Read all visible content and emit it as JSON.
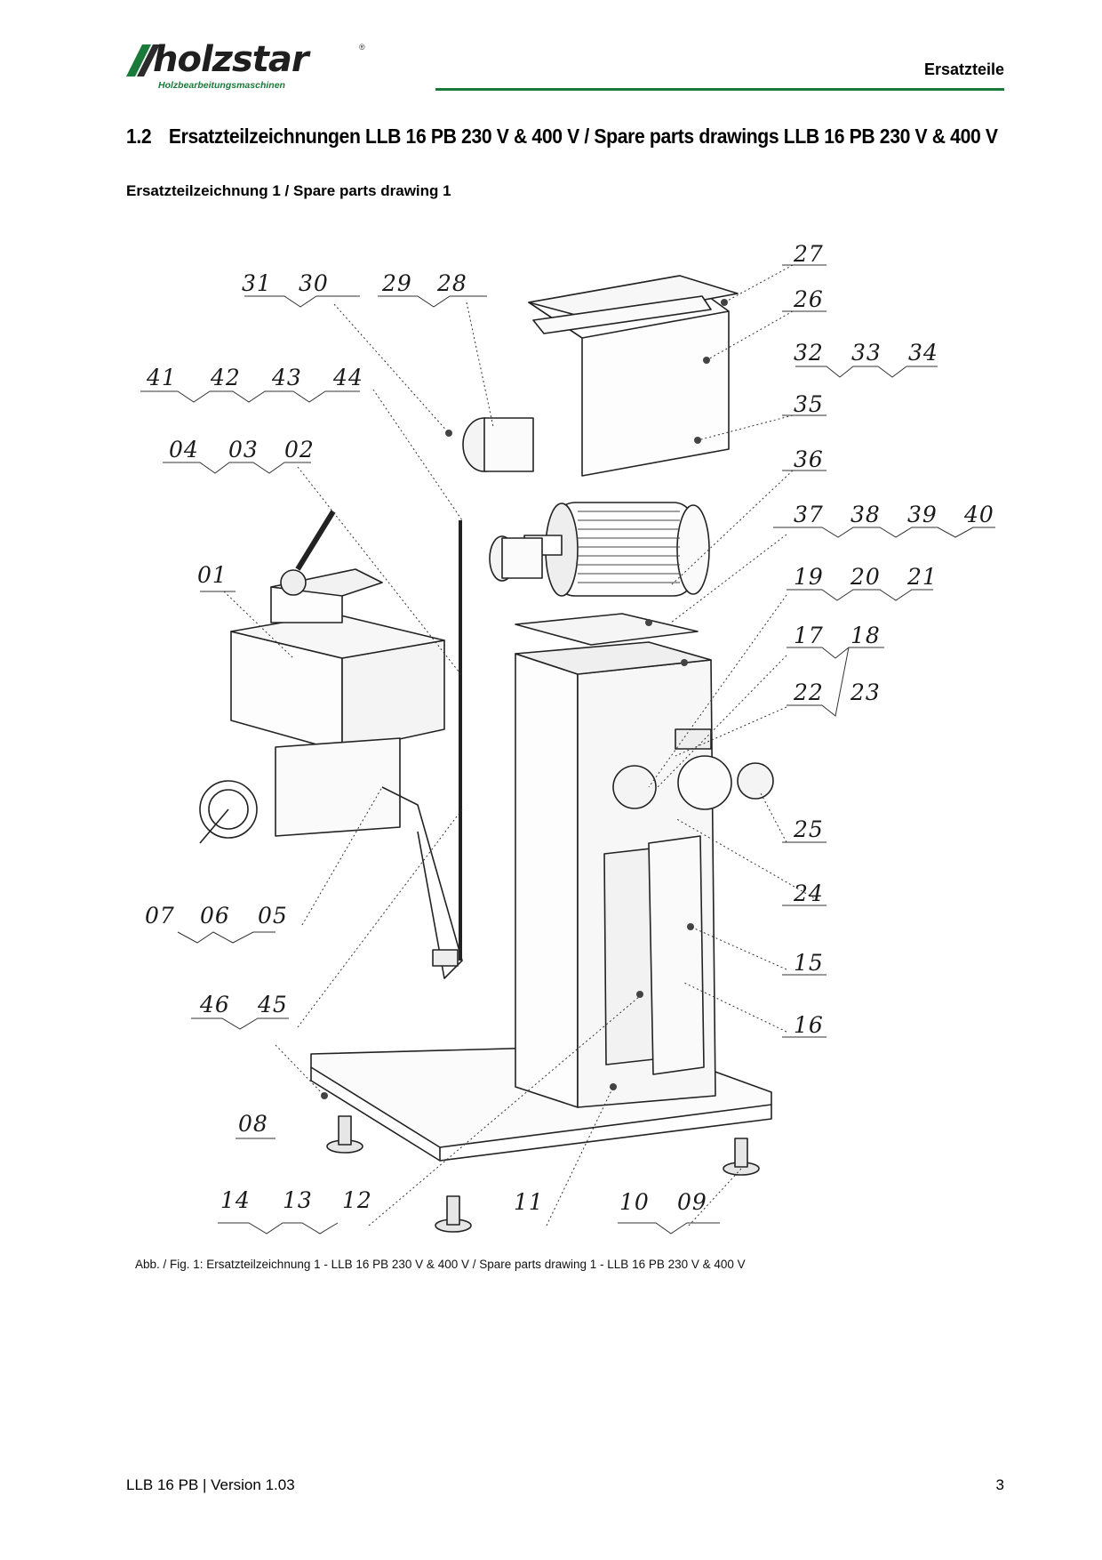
{
  "header": {
    "brand": "holzstar",
    "brand_registered": "®",
    "brand_tagline": "Holzbearbeitungsmaschinen",
    "section_label": "Ersatzteile",
    "brand_color": "#1a7a3a"
  },
  "section": {
    "number": "1.2",
    "title": "Ersatzteilzeichnungen LLB 16 PB 230 V & 400 V / Spare parts drawings LLB 16 PB 230 V & 400 V"
  },
  "subtitle": "Ersatzteilzeichnung 1 / Spare parts drawing 1",
  "drawing": {
    "part_labels": {
      "p01": "01",
      "p02": "02",
      "p03": "03",
      "p04": "04",
      "p05": "05",
      "p06": "06",
      "p07": "07",
      "p08": "08",
      "p09": "09",
      "p10": "10",
      "p11": "11",
      "p12": "12",
      "p13": "13",
      "p14": "14",
      "p15": "15",
      "p16": "16",
      "p17": "17",
      "p18": "18",
      "p19": "19",
      "p20": "20",
      "p21": "21",
      "p22": "22",
      "p23": "23",
      "p24": "24",
      "p25": "25",
      "p26": "26",
      "p27": "27",
      "p28": "28",
      "p29": "29",
      "p30": "30",
      "p31": "31",
      "p32": "32",
      "p33": "33",
      "p34": "34",
      "p35": "35",
      "p36": "36",
      "p37": "37",
      "p38": "38",
      "p39": "39",
      "p40": "40",
      "p41": "41",
      "p42": "42",
      "p43": "43",
      "p44": "44",
      "p45": "45",
      "p46": "46"
    }
  },
  "caption": "Abb. / Fig. 1: Ersatzteilzeichnung 1 - LLB 16 PB 230 V & 400 V / Spare parts drawing 1 - LLB 16 PB 230 V & 400 V",
  "footer": {
    "document": "LLB 16 PB | Version 1.03",
    "page_number": "3"
  }
}
